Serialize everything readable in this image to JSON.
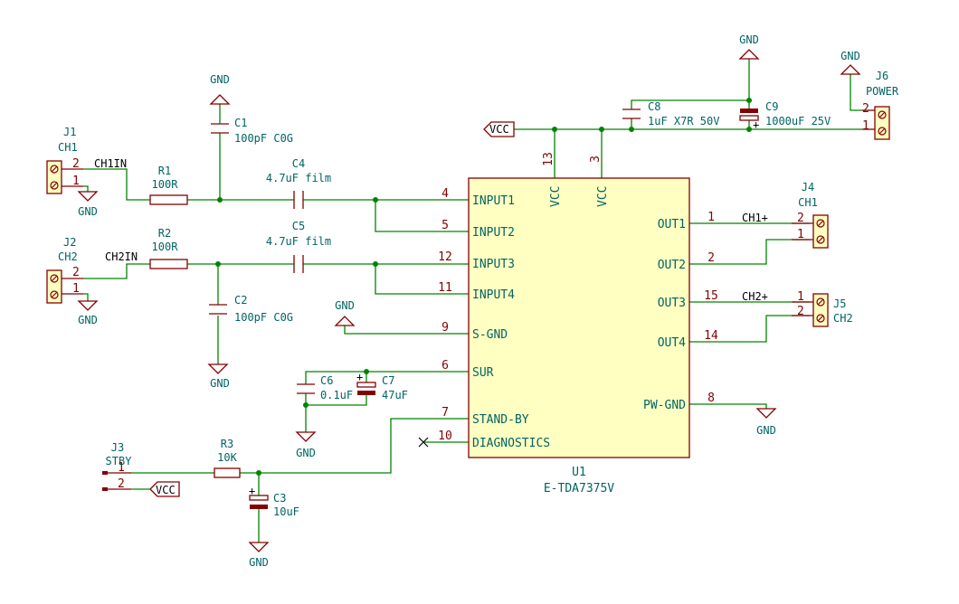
{
  "u1": {
    "ref": "U1",
    "value": "E-TDA7375V",
    "pins": {
      "input1": {
        "name": "INPUT1",
        "num": "4"
      },
      "input2": {
        "name": "INPUT2",
        "num": "5"
      },
      "input3": {
        "name": "INPUT3",
        "num": "12"
      },
      "input4": {
        "name": "INPUT4",
        "num": "11"
      },
      "sgnd": {
        "name": "S-GND",
        "num": "9"
      },
      "sur": {
        "name": "SUR",
        "num": "6"
      },
      "standby": {
        "name": "STAND-BY",
        "num": "7"
      },
      "diag": {
        "name": "DIAGNOSTICS",
        "num": "10"
      },
      "vcc13": {
        "name": "VCC",
        "num": "13"
      },
      "vcc3": {
        "name": "VCC",
        "num": "3"
      },
      "out1": {
        "name": "OUT1",
        "num": "1"
      },
      "out2": {
        "name": "OUT2",
        "num": "2"
      },
      "out3": {
        "name": "OUT3",
        "num": "15"
      },
      "out4": {
        "name": "OUT4",
        "num": "14"
      },
      "pwgnd": {
        "name": "PW-GND",
        "num": "8"
      }
    }
  },
  "parts": {
    "r1": {
      "ref": "R1",
      "value": "100R"
    },
    "r2": {
      "ref": "R2",
      "value": "100R"
    },
    "r3": {
      "ref": "R3",
      "value": "10K"
    },
    "c1": {
      "ref": "C1",
      "value": "100pF C0G"
    },
    "c2": {
      "ref": "C2",
      "value": "100pF C0G"
    },
    "c3": {
      "ref": "C3",
      "value": "10uF"
    },
    "c4": {
      "ref": "C4",
      "value": "4.7uF film"
    },
    "c5": {
      "ref": "C5",
      "value": "4.7uF film"
    },
    "c6": {
      "ref": "C6",
      "value": "0.1uF"
    },
    "c7": {
      "ref": "C7",
      "value": "47uF"
    },
    "c8": {
      "ref": "C8",
      "value": "1uF X7R 50V"
    },
    "c9": {
      "ref": "C9",
      "value": "1000uF 25V"
    }
  },
  "connectors": {
    "j1": {
      "ref": "J1",
      "value": "CH1",
      "pin_a": "2",
      "pin_b": "1"
    },
    "j2": {
      "ref": "J2",
      "value": "CH2",
      "pin_a": "2",
      "pin_b": "1"
    },
    "j3": {
      "ref": "J3",
      "value": "STBY",
      "pin_a": "1",
      "pin_b": "2"
    },
    "j4": {
      "ref": "J4",
      "value": "CH1",
      "pin_a": "2",
      "pin_b": "1"
    },
    "j5": {
      "ref": "J5",
      "value": "CH2",
      "pin_a": "1",
      "pin_b": "2"
    },
    "j6": {
      "ref": "J6",
      "value": "POWER",
      "pin_a": "2",
      "pin_b": "1"
    }
  },
  "nets": {
    "ch1in": "CH1IN",
    "ch2in": "CH2IN",
    "ch1p": "CH1+",
    "ch2p": "CH2+",
    "vcc": "VCC",
    "gnd": "GND"
  }
}
